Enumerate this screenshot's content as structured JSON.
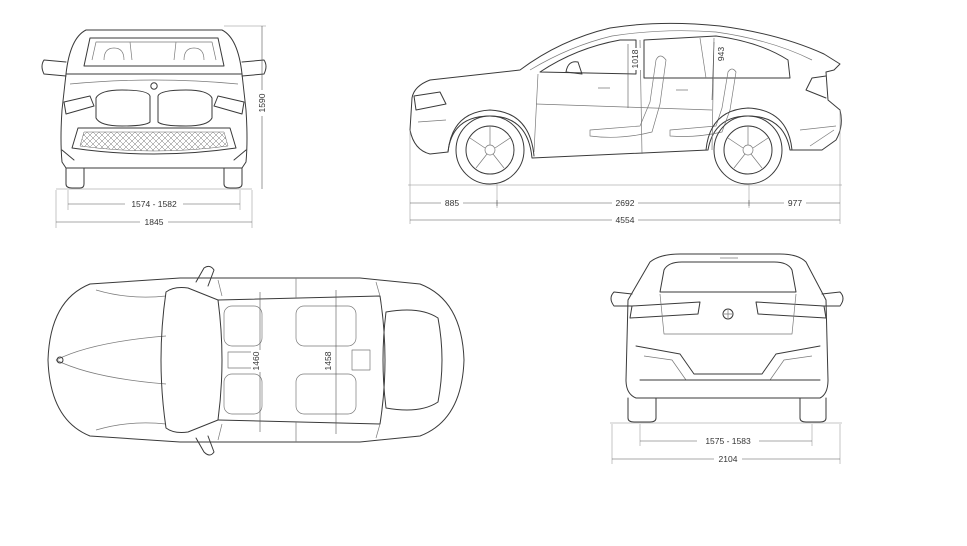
{
  "dimensions": {
    "front_track": "1574 - 1582",
    "width_body": "1845",
    "height": "1590",
    "front_overhang": "885",
    "wheelbase": "2692",
    "rear_overhang": "977",
    "length": "4554",
    "front_headroom": "1018",
    "rear_headroom": "943",
    "front_shoulder": "1460",
    "rear_shoulder": "1458",
    "rear_track": "1575 - 1583",
    "width_mirrors": "2104"
  },
  "colors": {
    "line": "#3a3a3a",
    "background": "#ffffff"
  },
  "icons": [
    "bmw-logo-icon"
  ]
}
